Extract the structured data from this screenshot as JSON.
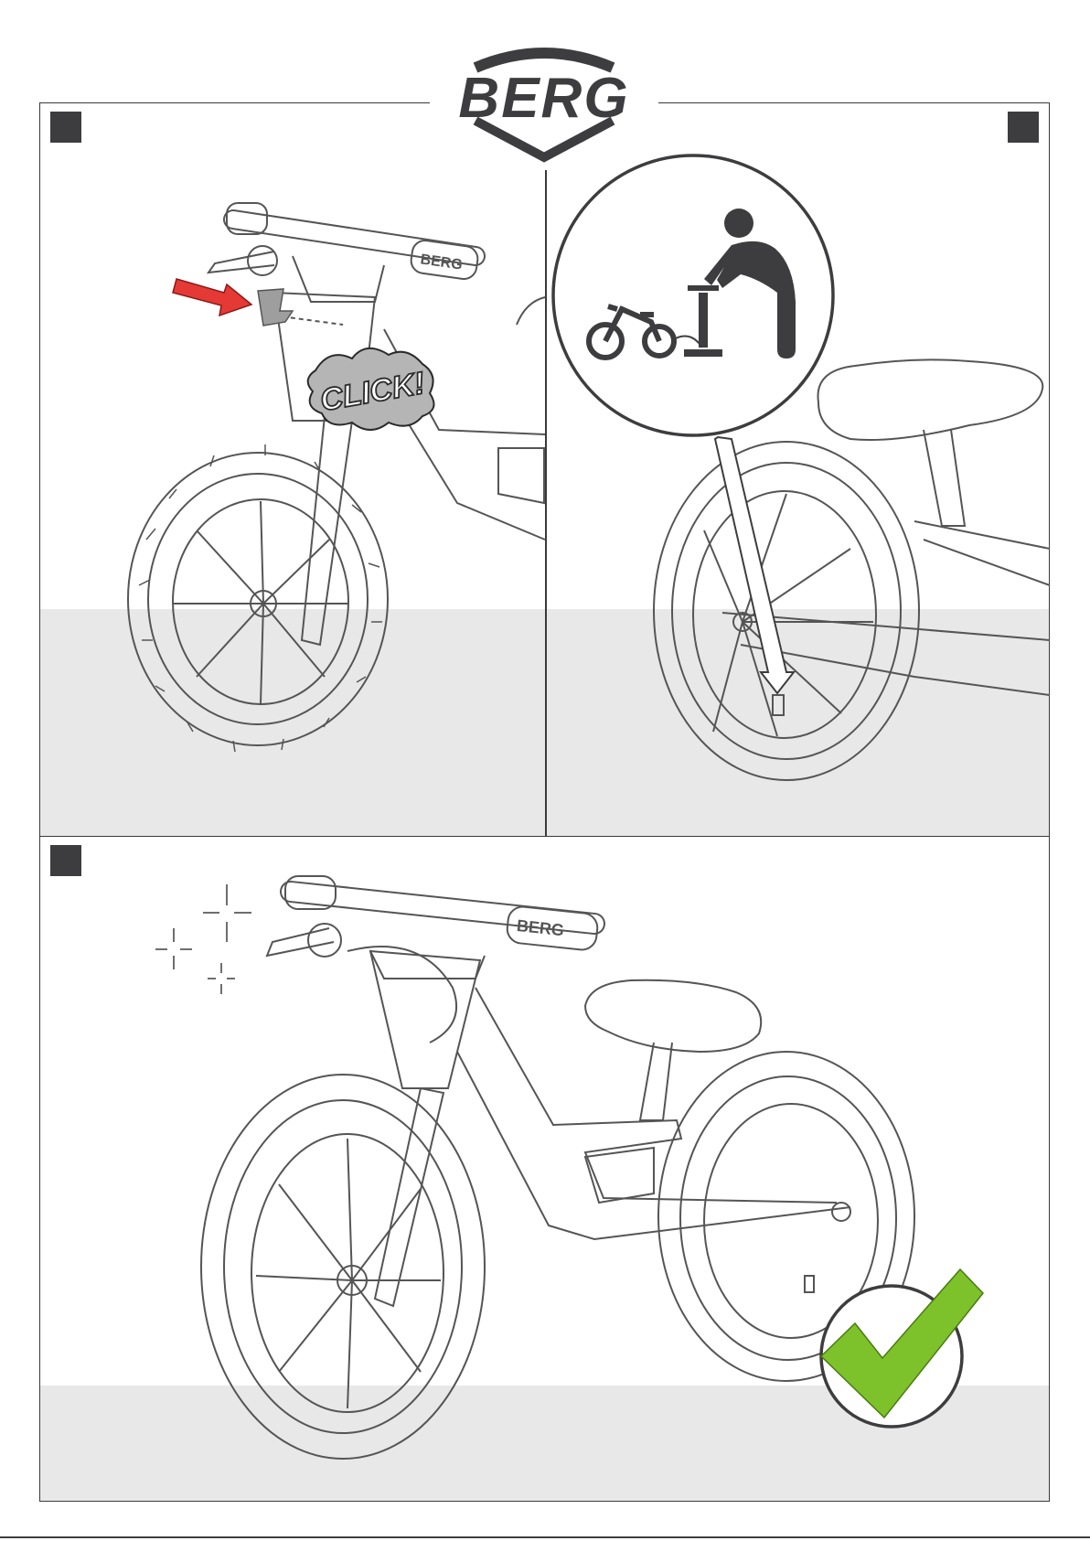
{
  "brand": {
    "logo_text": "BERG"
  },
  "steps": [
    {
      "id": "step-top-left",
      "marker": ""
    },
    {
      "id": "step-top-right",
      "marker": ""
    },
    {
      "id": "step-bottom",
      "marker": ""
    }
  ],
  "callouts": {
    "click_text": "CLICK!"
  },
  "colors": {
    "frame": "#3a3a3c",
    "floor": "#e8e8e8",
    "step_marker": "#3d3d3f",
    "arrow_red": "#e53935",
    "check_green": "#7dc22a",
    "line_art": "#555555"
  },
  "icons": {
    "arrow": "red-arrow-icon",
    "pump": "pump-icon",
    "checkmark": "checkmark-icon",
    "sparkle": "sparkle-icon"
  }
}
